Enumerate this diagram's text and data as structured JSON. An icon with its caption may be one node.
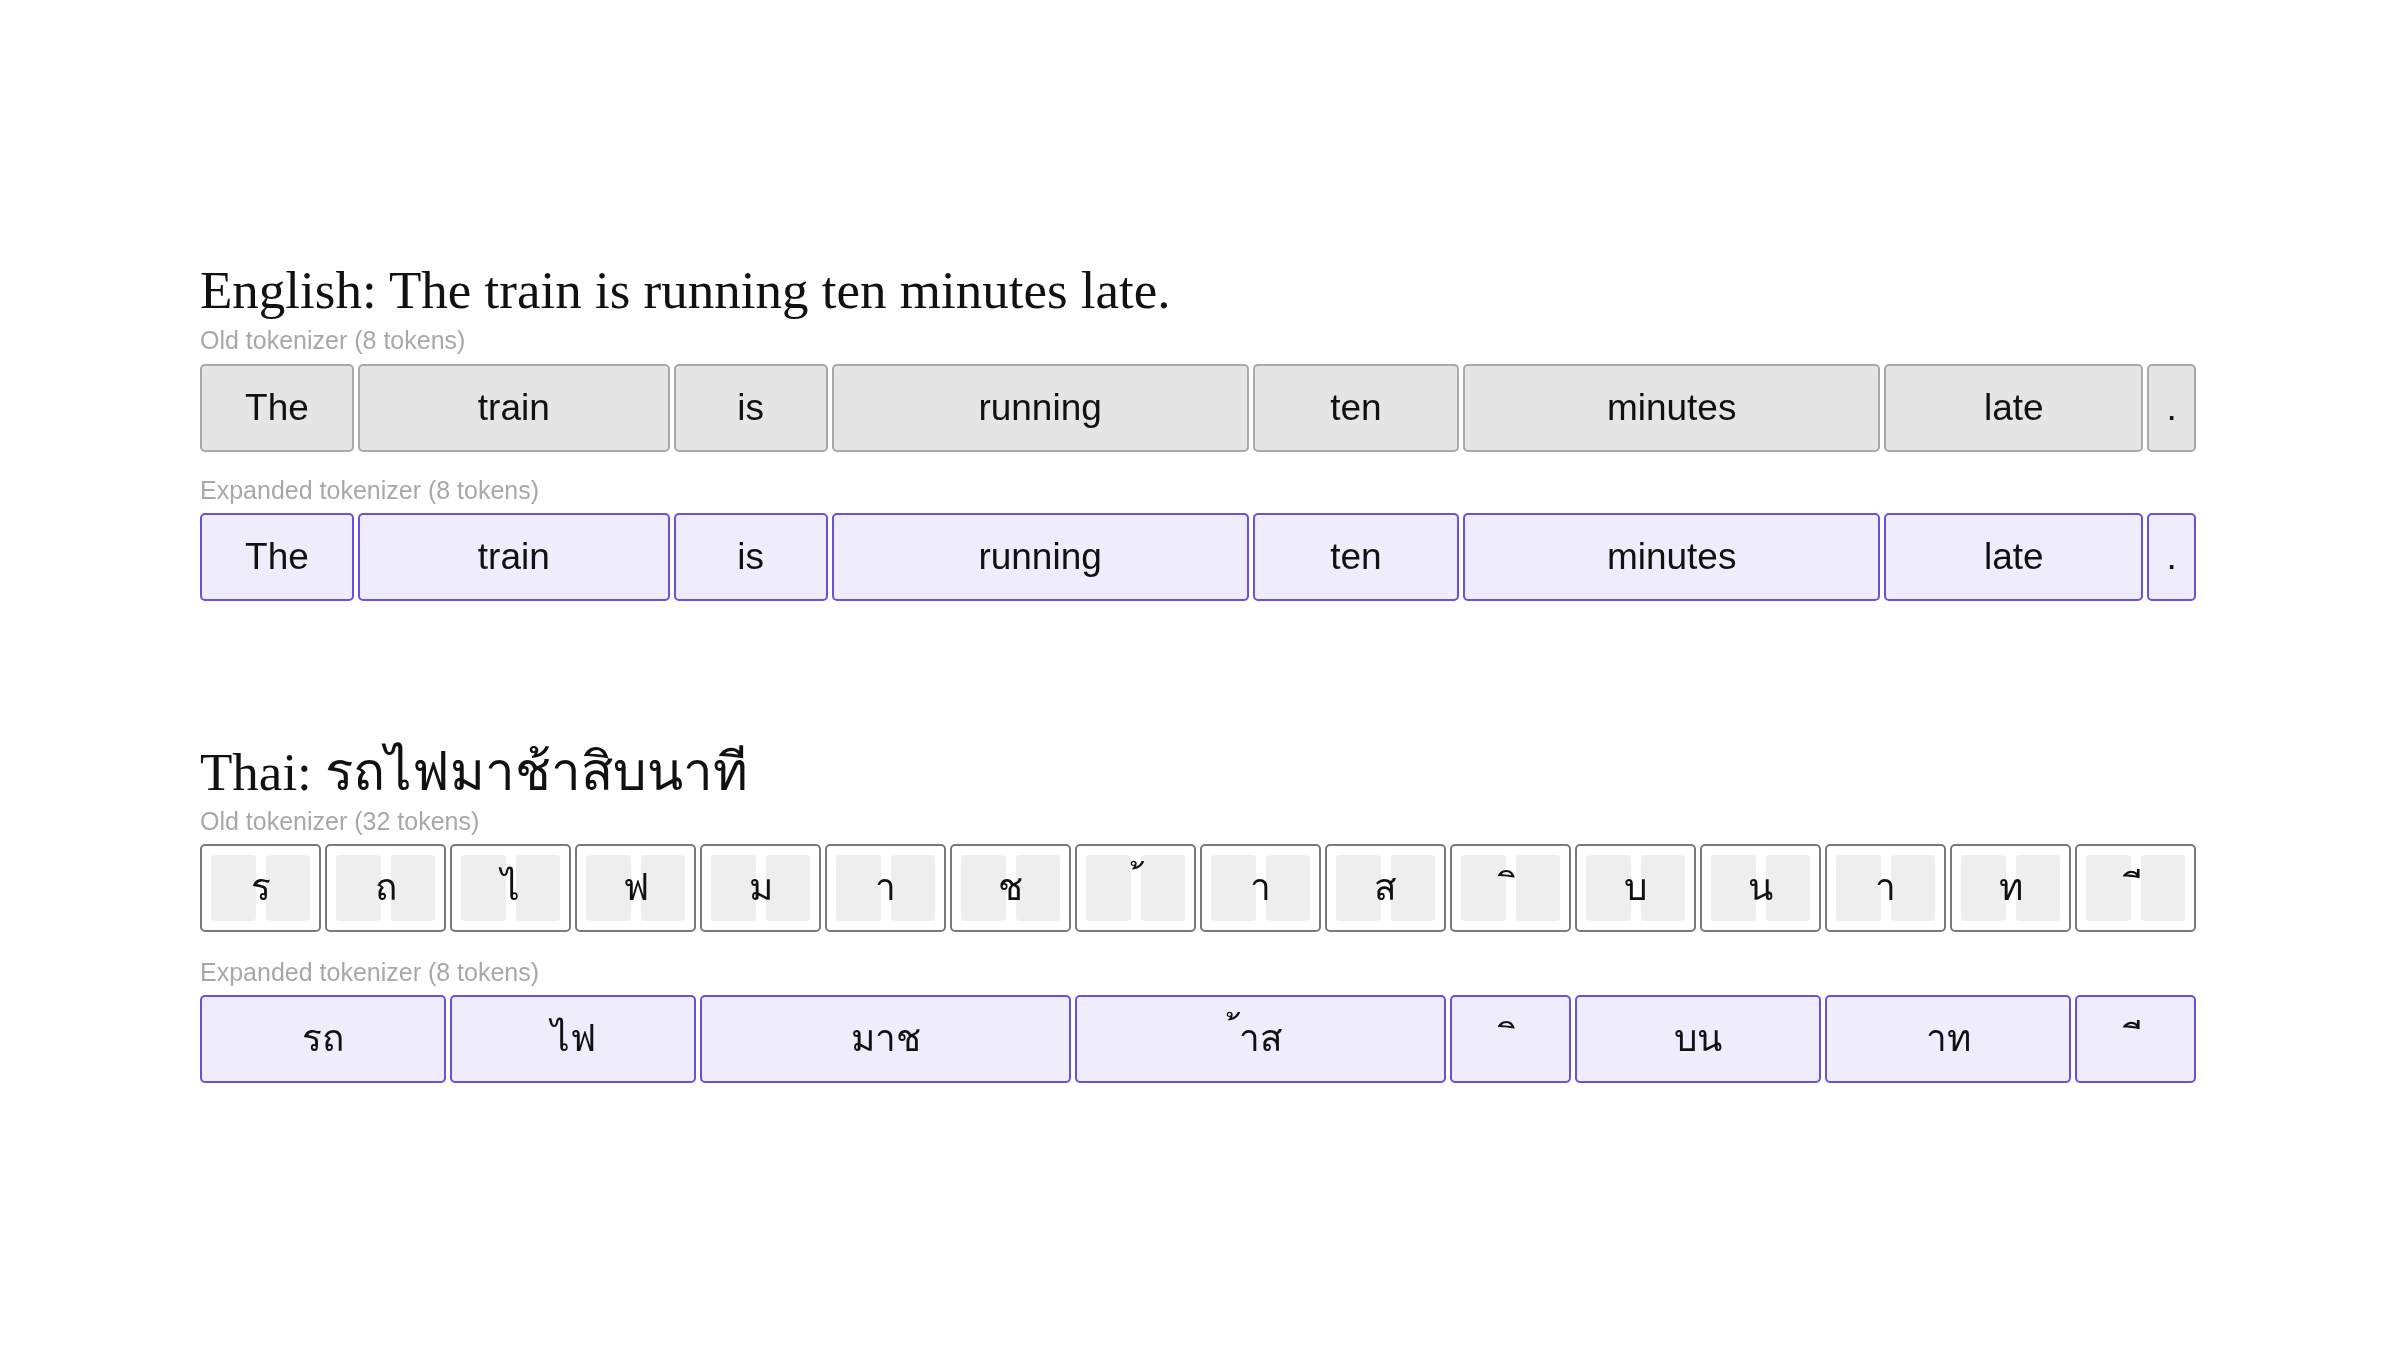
{
  "diagram": {
    "nodes": [
      {
        "text": [
          "The"
        ]
      },
      {
        "text": [
          "train"
        ]
      },
      {
        "text": [
          "is"
        ]
      },
      {
        "text": [
          "running"
        ]
      },
      {
        "text": [
          "ten"
        ]
      },
      {
        "text": [
          "minutes"
        ]
      },
      {
        "text": [
          "late"
        ]
      },
      {
        "text": [
          "."
        ]
      },
      {
        "text": [
          "The"
        ]
      },
      {
        "text": [
          "train"
        ]
      },
      {
        "text": [
          "is"
        ]
      },
      {
        "text": [
          "running"
        ]
      },
      {
        "text": [
          "ten"
        ]
      },
      {
        "text": [
          "minutes"
        ]
      },
      {
        "text": [
          "late"
        ]
      },
      {
        "text": [
          "."
        ]
      },
      {
        "text": [
          "ร"
        ]
      },
      {
        "text": [],
        "shape": "box",
        "in": 16
      },
      {
        "text": [],
        "shape": "box",
        "in": 16
      },
      {
        "text": [
          "ถ"
        ]
      },
      {
        "text": [],
        "shape": "box",
        "in": 19
      },
      {
        "text": [],
        "shape": "box",
        "in": 19
      },
      {
        "text": [
          "ไ"
        ]
      },
      {
        "text": [],
        "shape": "box",
        "in": 22
      },
      {
        "text": [],
        "shape": "box",
        "in": 22
      },
      {
        "text": [
          "ฟ"
        ]
      },
      {
        "text": [],
        "shape": "box",
        "in": 25
      },
      {
        "text": [],
        "shape": "box",
        "in": 25
      },
      {
        "text": [
          "ม"
        ]
      },
      {
        "text": [],
        "shape": "box",
        "in": 28
      },
      {
        "text": [],
        "shape": "box",
        "in": 28
      },
      {
        "text": [
          "า"
        ]
      },
      {
        "text": [],
        "shape": "box",
        "in": 31
      },
      {
        "text": [],
        "shape": "box",
        "in": 31
      },
      {
        "text": [
          "ช"
        ]
      },
      {
        "text": [],
        "shape": "box",
        "in": 34
      },
      {
        "text": [],
        "shape": "box",
        "in": 34
      },
      {
        "text": [
          "้"
        ]
      },
      {
        "text": [],
        "shape": "box",
        "in": 37
      },
      {
        "text": [],
        "shape": "box",
        "in": 37
      },
      {
        "text": [
          "า"
        ]
      },
      {
        "text": [],
        "shape": "box",
        "in": 40
      },
      {
        "text": [],
        "shape": "box",
        "in": 40
      },
      {
        "text": [
          "ส"
        ]
      },
      {
        "text": [],
        "shape": "box",
        "in": 43
      },
      {
        "text": [],
        "shape": "box",
        "in": 43
      },
      {
        "text": [
          "ิ"
        ]
      },
      {
        "text": [],
        "shape": "box",
        "in": 46
      },
      {
        "text": [],
        "shape": "box",
        "in": 46
      },
      {
        "text": [
          "บ"
        ]
      },
      {
        "text": [],
        "shape": "box",
        "in": 49
      },
      {
        "text": [],
        "shape": "box",
        "in": 49
      },
      {
        "text": [
          "น"
        ]
      },
      {
        "text": [],
        "shape": "box",
        "in": 52
      },
      {
        "text": [],
        "shape": "box",
        "in": 52
      },
      {
        "text": [
          "า"
        ]
      },
      {
        "text": [],
        "shape": "box",
        "in": 55
      },
      {
        "text": [],
        "shape": "box",
        "in": 55
      },
      {
        "text": [
          "ท"
        ]
      },
      {
        "text": [],
        "shape": "box",
        "in": 58
      },
      {
        "text": [],
        "shape": "box",
        "in": 58
      },
      {
        "text": [
          "ี"
        ]
      },
      {
        "text": [],
        "shape": "box",
        "in": 61
      },
      {
        "text": [],
        "shape": "box",
        "in": 61
      },
      {
        "text": [
          "รถ"
        ]
      },
      {
        "text": [
          "ไฟ"
        ]
      },
      {
        "text": [
          "มาช"
        ]
      },
      {
        "text": [
          "้าส"
        ]
      },
      {
        "text": [
          "ิ"
        ]
      },
      {
        "text": [
          "บน"
        ]
      },
      {
        "text": [
          "าท"
        ]
      },
      {
        "text": [
          "ี"
        ]
      }
    ],
    "labels": [
      "English: The train is running ten minutes late.",
      "Old tokenizer (8 tokens)",
      "Expanded tokenizer (8 tokens)",
      "Thai: รถไฟมาช้าสิบนาที",
      "Old tokenizer (32 tokens)",
      "Expanded tokenizer (8 tokens)"
    ]
  }
}
